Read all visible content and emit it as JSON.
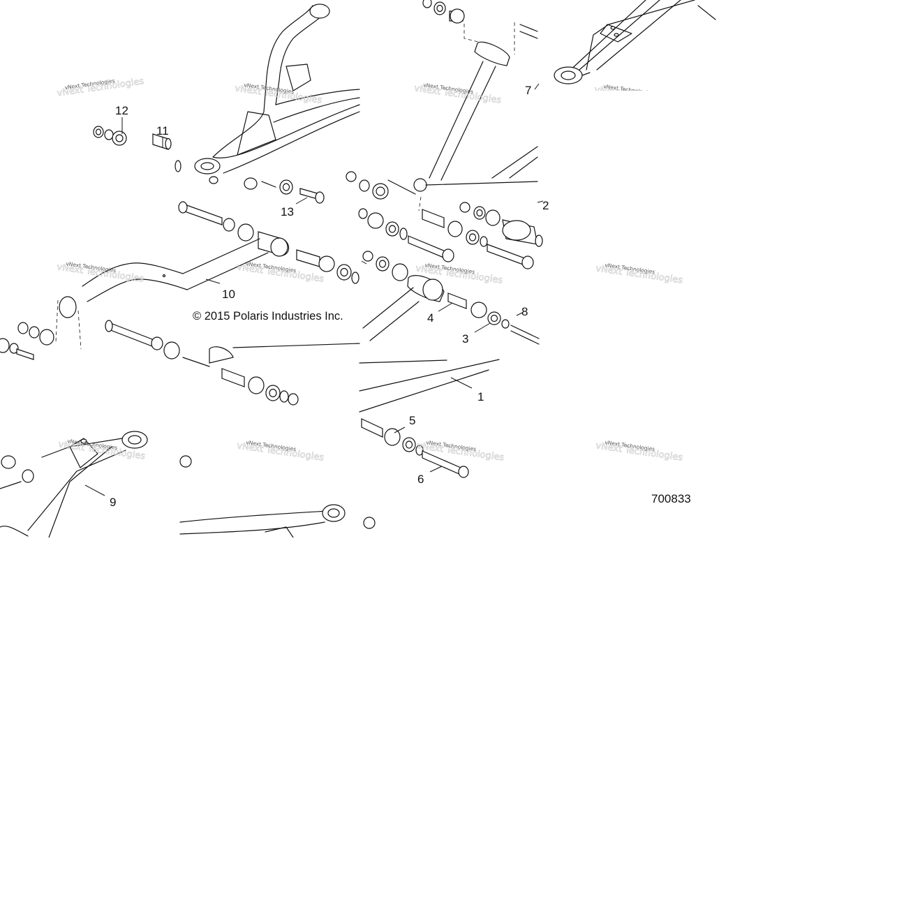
{
  "diagram": {
    "copyright": "© 2015 Polaris Industries Inc.",
    "figure_number": "700833",
    "watermark_text": "vNext Technologies",
    "callouts": {
      "c1": "1",
      "c2": "2",
      "c3": "3",
      "c4": "4",
      "c5": "5",
      "c6": "6",
      "c7": "7",
      "c8": "8",
      "c9": "9",
      "c10": "10",
      "c11": "11",
      "c12": "12",
      "c13": "13"
    }
  }
}
